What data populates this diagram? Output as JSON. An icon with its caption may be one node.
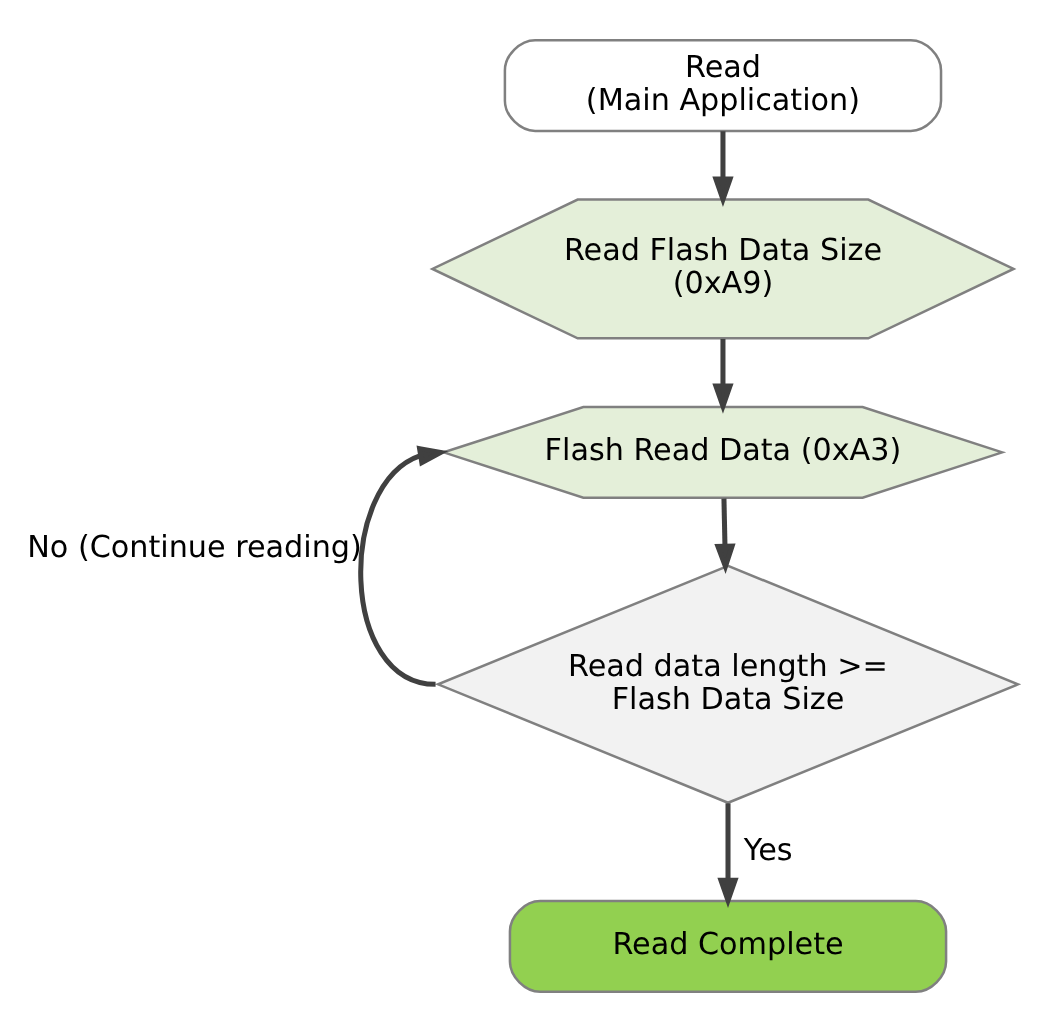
{
  "diagram": {
    "nodes": [
      {
        "text": [
          "Read (Main Application)"
        ]
      },
      {
        "text": [
          "Read Flash Data Size (0xA9)"
        ]
      },
      {
        "text": [
          "Flash Read Data (0xA3)"
        ]
      },
      {
        "text": [
          "Read data length >= Flash Data Size"
        ]
      },
      {
        "text": [
          "Read Complete"
        ]
      }
    ],
    "edges": [
      {
        "from": 0,
        "to": 1,
        "arrow": "to"
      },
      {
        "from": 1,
        "to": 2,
        "arrow": "to"
      },
      {
        "from": 2,
        "to": 3,
        "arrow": "to"
      },
      {
        "from": 3,
        "to": 2,
        "arrow": "to",
        "label": "No (Continue reading)"
      },
      {
        "from": 3,
        "to": 4,
        "arrow": "to",
        "label": "Yes"
      }
    ]
  }
}
